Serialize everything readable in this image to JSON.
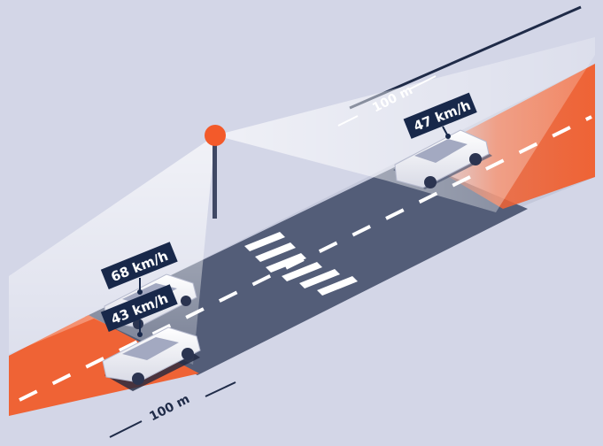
{
  "colors": {
    "background": "#d3d6e7",
    "road_dark": "#535d78",
    "road_orange": "#ef6335",
    "speed_label_bg": "#18284a",
    "beacon": "#f35a2a",
    "dashes": "#ffffff",
    "distance_text": "#1f2b48"
  },
  "speed_labels": {
    "far_car": "47 km/h",
    "near_car_upper": "68 km/h",
    "near_car_lower": "43 km/h"
  },
  "distances": {
    "far": "100 m",
    "near": "100 m"
  },
  "icons": [
    "speed-camera-pole-icon",
    "car-icon",
    "crosswalk-icon"
  ]
}
